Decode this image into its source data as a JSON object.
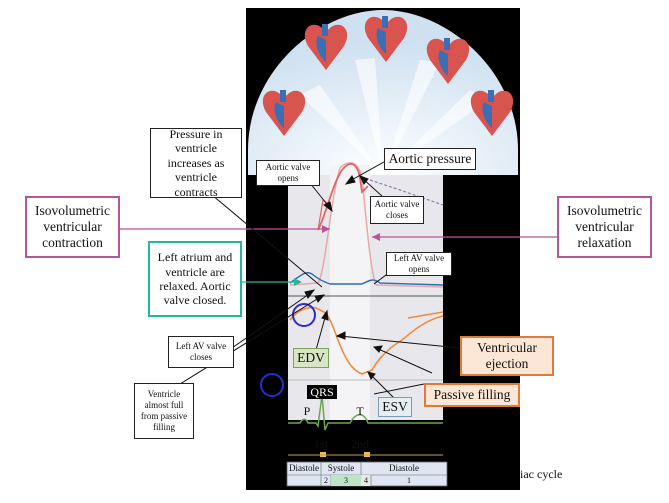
{
  "labels": {
    "pressure_in_ventricle": "Pressure in ventricle increases as ventricle contracts",
    "aortic_pressure": "Aortic pressure",
    "aortic_valve_opens": "Aortic valve opens",
    "aortic_valve_closes": "Aortic valve closes",
    "isovolumetric_contraction": "Isovolumetric ventricular contraction",
    "isovolumetric_relaxation": "Isovolumetric ventricular relaxation",
    "left_atrium_relaxed": "Left atrium and ventricle are relaxed. Aortic valve closed.",
    "left_av_opens": "Left AV valve opens",
    "left_av_closes": "Left AV valve closes",
    "ventricle_almost_full": "Ventricle almost full from passive filling",
    "edv": "EDV",
    "esv": "ESV",
    "ventricular_ejection": "Ventricular ejection",
    "passive_filling": "Passive filling",
    "qrs": "QRS",
    "p_wave": "P",
    "t_wave": "T",
    "first_sound": "1st",
    "second_sound": "2nd",
    "phase_diastole_left": "Diastole",
    "phase_systole": "Systole",
    "phase_diastole_right": "Diastole",
    "phase_num_2": "2",
    "phase_num_3": "3",
    "phase_num_4": "4",
    "phase_num_1": "1",
    "caption_fragment": "iac cycle"
  },
  "colors": {
    "background_black": "#000000",
    "panel_gray": "#e8e8ec",
    "dome_lightblue": "#dce9f5",
    "aortic_pressure_line": "#e06666",
    "ventricle_pressure_line": "#d9a0a0",
    "atrial_line": "#2a6db3",
    "volume_line": "#f08a3c",
    "ecg_line": "#6aa84f",
    "magenta": "#b5559a",
    "teal": "#22b8a0",
    "circle_blue": "#2b2bd0"
  },
  "icons": [
    "heart-illustration-icon"
  ]
}
